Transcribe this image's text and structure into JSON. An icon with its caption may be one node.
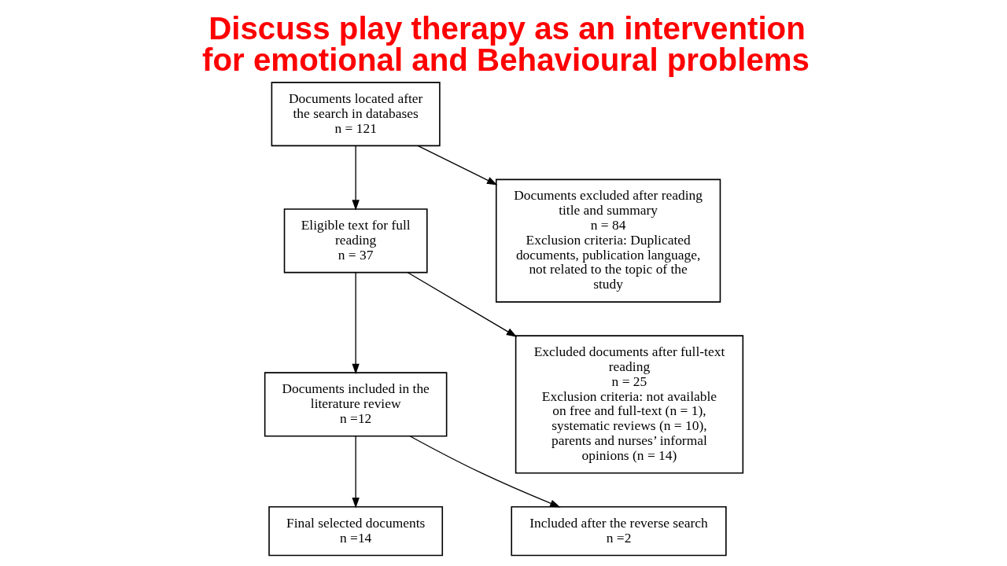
{
  "diagram": {
    "title": "Discuss play therapy as an intervention for emotional and Behavioural problems",
    "nodes": [
      {
        "text": [
          "Documents located after the search in databases",
          "n = 121"
        ]
      },
      {
        "text": [
          "Documents excluded after reading title and summary",
          "n = 84",
          "Exclusion criteria: Duplicated documents, publication language, not related to the topic of the study"
        ]
      },
      {
        "text": [
          "Eligible text for full reading",
          "n = 37"
        ]
      },
      {
        "text": [
          "Excluded documents after full-text reading",
          "n = 25",
          "Exclusion criteria: not available on free and full-text (n = 1), systematic reviews (n = 10), parents and nurses’ informal opinions (n = 14)"
        ]
      },
      {
        "text": [
          "Documents included in the literature review",
          "n =12"
        ]
      },
      {
        "text": [
          "Included after the reverse search",
          "n =2"
        ]
      },
      {
        "text": [
          "Final selected documents",
          "n =14"
        ]
      }
    ],
    "edges": [
      {
        "from": 0,
        "to": 2,
        "arrow": "to"
      },
      {
        "from": 0,
        "to": 1,
        "arrow": "to"
      },
      {
        "from": 2,
        "to": 4,
        "arrow": "to"
      },
      {
        "from": 2,
        "to": 3,
        "arrow": "to"
      },
      {
        "from": 4,
        "to": 6,
        "arrow": "to"
      },
      {
        "from": 4,
        "to": 5,
        "arrow": "to"
      }
    ]
  }
}
